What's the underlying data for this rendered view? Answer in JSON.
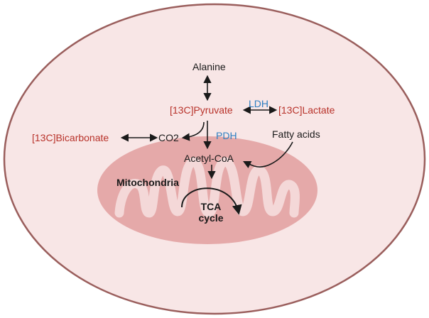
{
  "colors": {
    "cell_fill": "#f8e6e6",
    "cell_border": "#9a5e5c",
    "mito_fill": "#e5a9a9",
    "mito_ridge": "#f4d8d8",
    "metabolite_label": "#b8322a",
    "enzyme_label": "#2f7fc1",
    "arrow": "#1a1a1a"
  },
  "nodes": {
    "alanine": "Alanine",
    "pyruvate": "[13C]Pyruvate",
    "lactate": "[13C]Lactate",
    "bicarbonate": "[13C]Bicarbonate",
    "co2": "CO2",
    "acetyl_coa": "Acetyl-CoA",
    "fatty_acids": "Fatty acids",
    "mitochondria": "Mitochondria",
    "tca_line1": "TCA",
    "tca_line2": "cycle"
  },
  "enzymes": {
    "ldh": "LDH",
    "pdh": "PDH"
  }
}
